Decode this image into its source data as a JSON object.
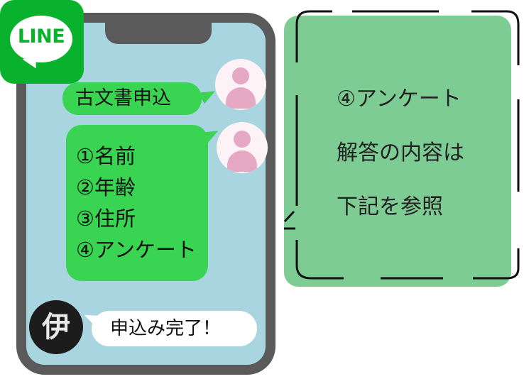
{
  "logo": {
    "text": "LINE"
  },
  "chat": {
    "messages": [
      {
        "text": "古文書申込"
      },
      {
        "lines": [
          "①名前",
          "②年齢",
          "③住所",
          "④アンケート"
        ]
      },
      {
        "text": "申込み完了！"
      }
    ],
    "reply_avatar_char": "伊"
  },
  "note": {
    "lines": [
      "④アンケート",
      "解答の内容は",
      "下記を参照"
    ]
  },
  "colors": {
    "phone_frame": "#5a5a5a",
    "screen": "#a9d5e1",
    "bubble_green": "#39d552",
    "note_green": "#7dcc93",
    "line_brand": "#08b22d",
    "avatar_pink": "#e6a9c3"
  }
}
